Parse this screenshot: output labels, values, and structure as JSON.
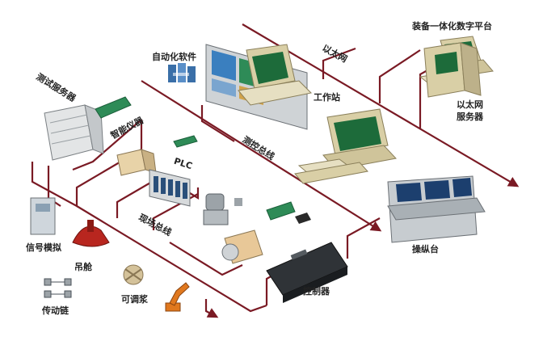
{
  "labels": {
    "platform": "装备一体化数字平台",
    "ethernet_top": "以太网",
    "ethernet_server": "以太网\n服务器",
    "automation_software": "自动化软件",
    "workstation": "工作站",
    "test_server": "测试服务器",
    "smart_instrument": "智能仪器",
    "monitoring_bus": "测控总线",
    "plc": "PLC",
    "field_bus": "现场总线",
    "console": "操纵台",
    "signal_sim": "信号模拟",
    "pod": "吊舱",
    "adjustable": "可调浆",
    "transmission": "传动链",
    "controller": "控制器"
  },
  "colors": {
    "bus_line": "#7a1a24",
    "monitor_beige": "#d9cfa6",
    "screen_green": "#1d6b3a",
    "board_green": "#2e8b57",
    "cabinet_grey": "#cfd3d6",
    "pod_red": "#b8261f",
    "robot_orange": "#e0781e"
  }
}
